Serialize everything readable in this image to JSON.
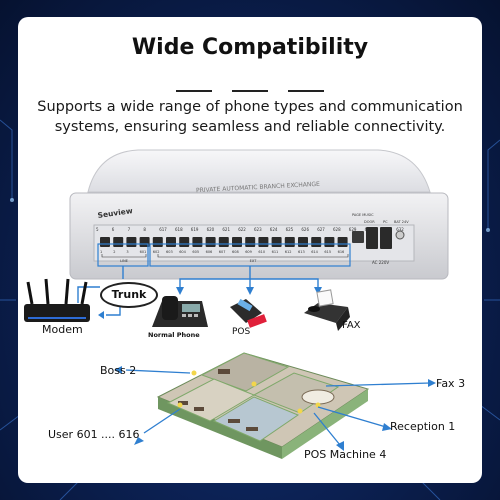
{
  "heading": {
    "title": "Wide Compatibility",
    "subtitle": "Supports a wide range of phone types and communication systems, ensuring seamless and reliable connectivity."
  },
  "device": {
    "brand": "Seuview",
    "model_text": "PRIVATE AUTOMATIC BRANCH EXCHANGE",
    "top_port_labels": [
      "5",
      "6",
      "7",
      "8",
      "617",
      "618",
      "619",
      "620",
      "621",
      "622",
      "623",
      "624",
      "625",
      "626",
      "627",
      "628",
      "629",
      "630",
      "631",
      "632"
    ],
    "bottom_port_labels": [
      "1",
      "2",
      "3",
      "601",
      "602",
      "603",
      "604",
      "605",
      "606",
      "607",
      "608",
      "609",
      "610",
      "611",
      "612",
      "613",
      "614",
      "615",
      "616"
    ],
    "line_label": "LINE",
    "ext_label": "EXT",
    "right_labels": [
      "PAGE MUSIC",
      "DOOR",
      "PC",
      "BAT 24V"
    ],
    "power_label": "AC 220V"
  },
  "devices_row": {
    "modem": "Modem",
    "trunk": "Trunk",
    "normal_phone": "Normal Phone",
    "pos": "POS",
    "fax": "FAX"
  },
  "office_callouts": {
    "boss": "Boss 2",
    "fax": "Fax 3",
    "reception": "Reception 1",
    "user": "User 601 .... 616",
    "pos_machine": "POS Machine 4"
  },
  "colors": {
    "accent_blue": "#2f7fd0",
    "card_bg": "#ffffff",
    "wall_green": "#7fa86a"
  }
}
